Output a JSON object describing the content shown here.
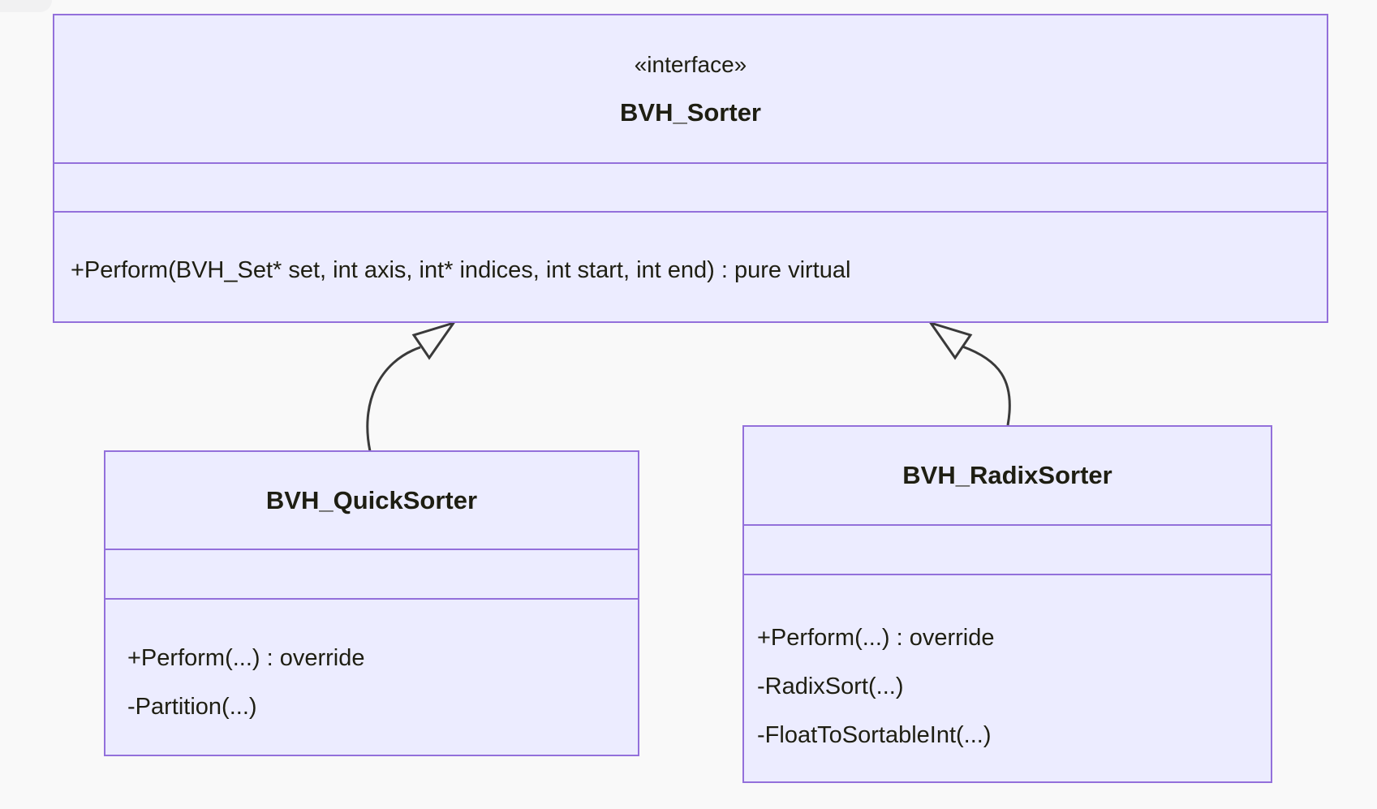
{
  "diagram_type": "uml-class-diagram",
  "colors": {
    "background": "#F9F9F9",
    "node_fill": "#ECECFF",
    "node_border": "#9370DB",
    "text": "#1E1E12",
    "edge": "#3A3A3A"
  },
  "classes": [
    {
      "stereotype": "«interface»",
      "name": "BVH_Sorter",
      "attributes": [],
      "methods": [
        "+Perform(BVH_Set* set, int axis, int* indices, int start, int end) : pure virtual"
      ]
    },
    {
      "name": "BVH_QuickSorter",
      "attributes": [],
      "methods": [
        "+Perform(...) : override",
        "-Partition(...)"
      ]
    },
    {
      "name": "BVH_RadixSorter",
      "attributes": [],
      "methods": [
        "+Perform(...) : override",
        "-RadixSort(...)",
        "-FloatToSortableInt(...)"
      ]
    }
  ],
  "relations": [
    {
      "from": "BVH_QuickSorter",
      "to": "BVH_Sorter",
      "type": "realization",
      "arrowhead": "hollow-triangle"
    },
    {
      "from": "BVH_RadixSorter",
      "to": "BVH_Sorter",
      "type": "realization",
      "arrowhead": "hollow-triangle"
    }
  ]
}
